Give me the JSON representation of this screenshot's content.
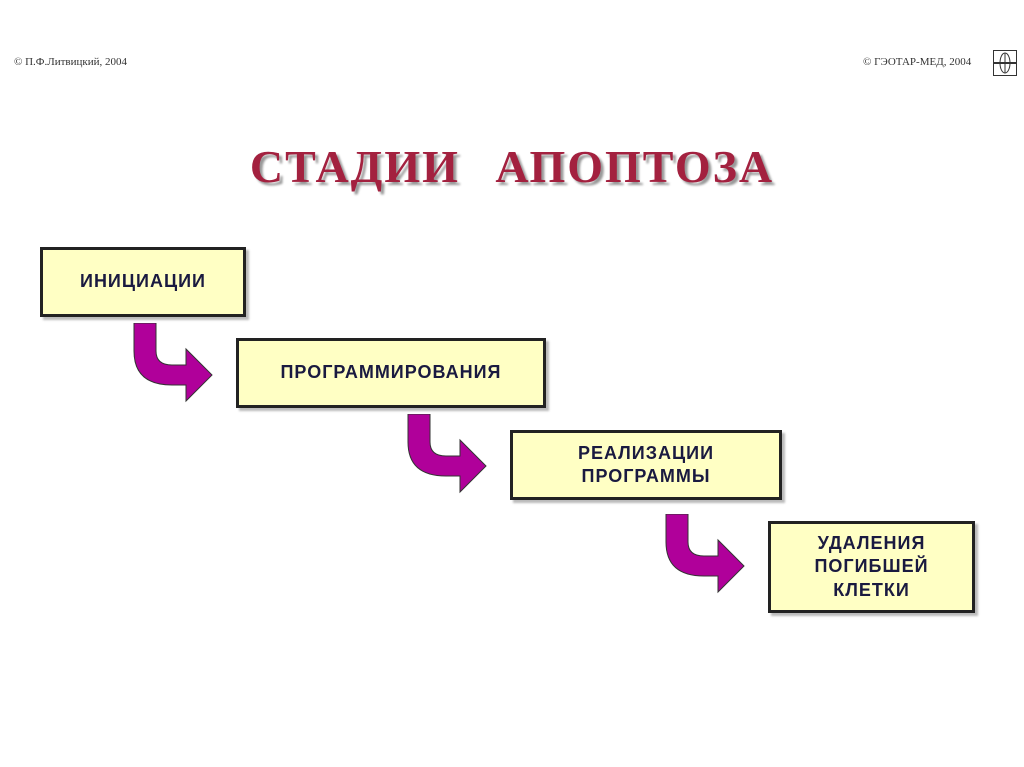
{
  "header": {
    "left_copyright": "© П.Ф.Литвицкий, 2004",
    "right_copyright": "© ГЭОТАР-МЕД, 2004"
  },
  "title": "СТАДИИ АПОПТОЗА",
  "stages": [
    "ИНИЦИАЦИИ",
    "ПРОГРАММИРОВАНИЯ",
    "РЕАЛИЗАЦИИ\nПРОГРАММЫ",
    "УДАЛЕНИЯ\nПОГИБШЕЙ\nКЛЕТКИ"
  ],
  "colors": {
    "title": "#a3213f",
    "box": "#ffffc4",
    "arrow": "#b0009a"
  }
}
